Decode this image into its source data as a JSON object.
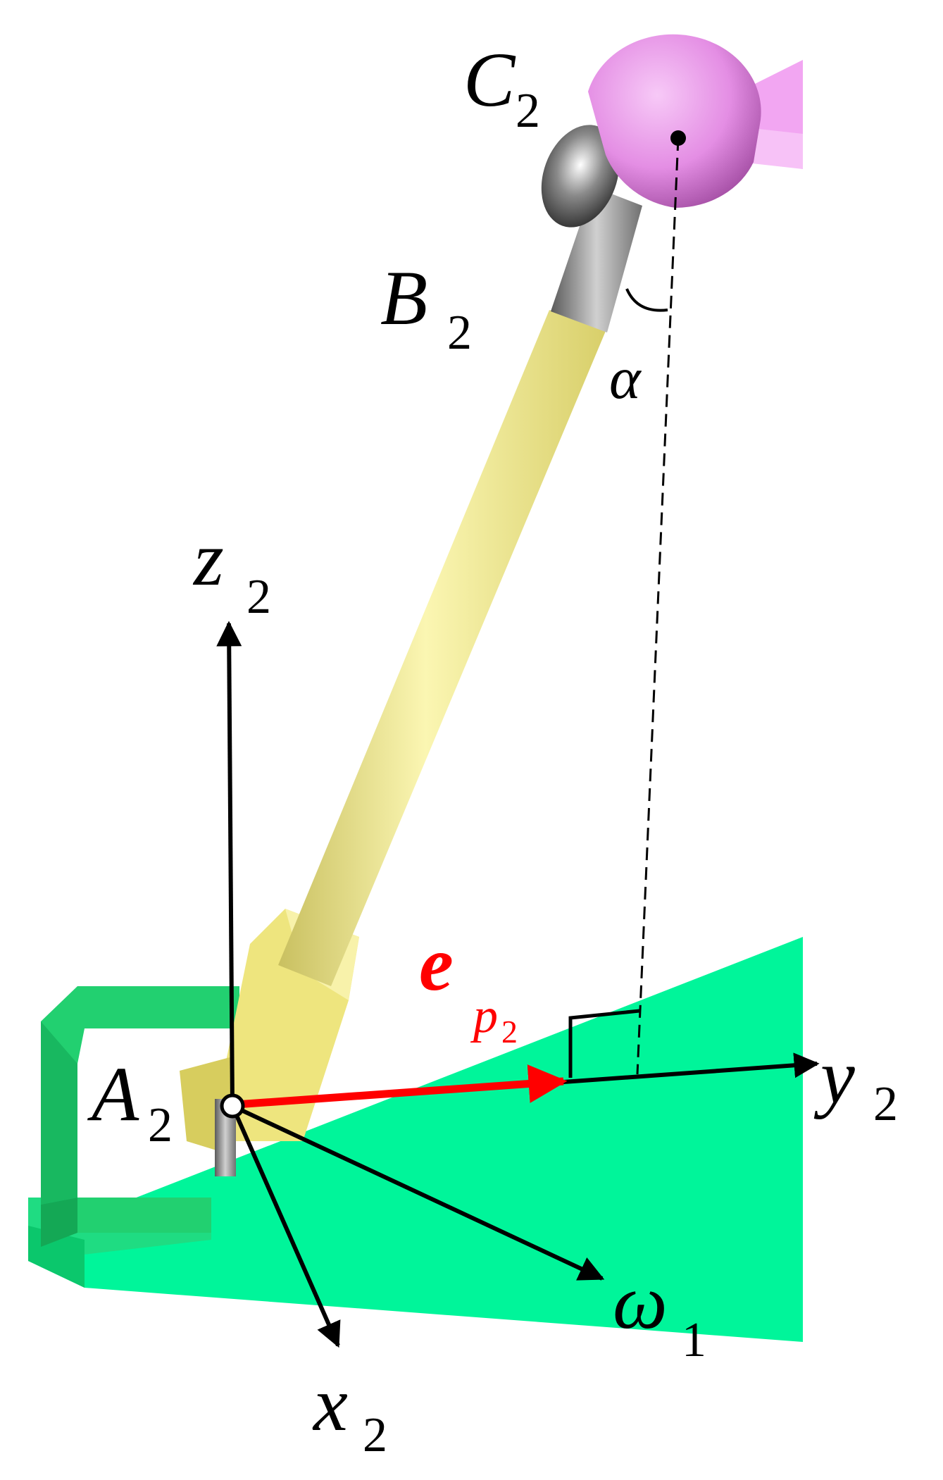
{
  "labels": {
    "C": "C",
    "C_sub": "2",
    "B": "B",
    "B_sub": "2",
    "A": "A",
    "A_sub": "2",
    "z": "z",
    "z_sub": "2",
    "y": "y",
    "y_sub": "2",
    "x": "x",
    "x_sub": "2",
    "omega": "ω",
    "omega_sub": "1",
    "alpha": "α",
    "e": "e",
    "e_sub_p": "p",
    "e_sub_2": "2"
  },
  "colors": {
    "base": "#00f59a",
    "base_dark": "#00c46a",
    "bracket": "#20d070",
    "rod": "#f2ea8a",
    "rod_edge": "#b8ae40",
    "joint": "#8c8c8c",
    "ball_socket": "#e890e8",
    "vector_e": "#ff0000",
    "axes": "#000000"
  }
}
